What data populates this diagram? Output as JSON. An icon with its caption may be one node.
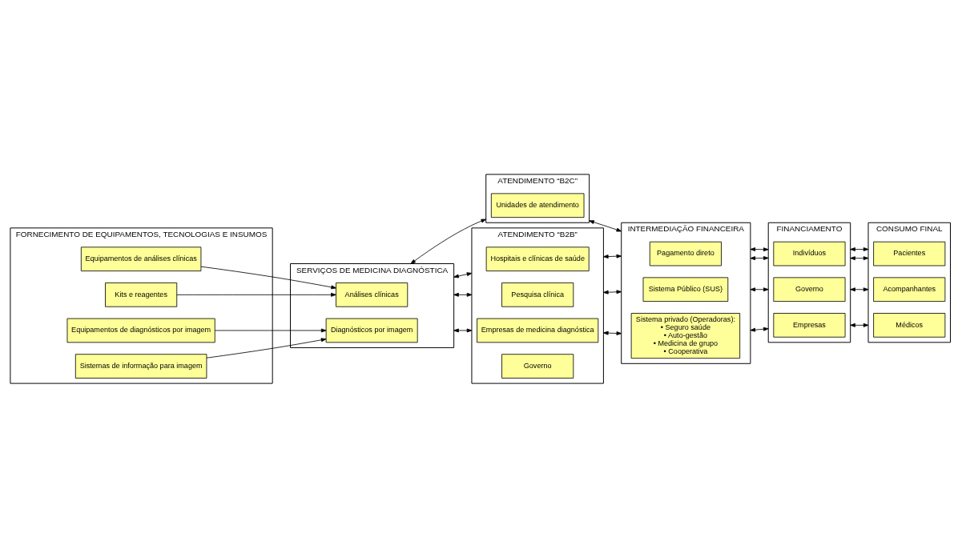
{
  "diagram": {
    "nodes": [
      {
        "text": [
          "FORNECIMENTO DE EQUIPAMENTOS, TECNOLOGIAS E INSUMOS"
        ]
      },
      {
        "text": [
          "Equipamentos de análises clínicas"
        ],
        "in": 0
      },
      {
        "text": [
          "Kits e reagentes"
        ],
        "in": 0
      },
      {
        "text": [
          "Equipamentos de diagnósticos por imagem"
        ],
        "in": 0
      },
      {
        "text": [
          "Sistemas de informação para imagem"
        ],
        "in": 0
      },
      {
        "text": [
          "SERVIÇOS DE MEDICINA DIAGNÓSTICA"
        ]
      },
      {
        "text": [
          "Análises clínicas"
        ],
        "in": 5
      },
      {
        "text": [
          "Diagnósticos por imagem"
        ],
        "in": 5
      },
      {
        "text": [
          "ATENDIMENTO “B2C”"
        ]
      },
      {
        "text": [
          "Unidades de atendimento"
        ],
        "in": 8
      },
      {
        "text": [
          "ATENDIMENTO “B2B”"
        ]
      },
      {
        "text": [
          "Hospitais e clínicas de saúde"
        ],
        "in": 10
      },
      {
        "text": [
          "Empresas de medicina diagnóstica"
        ],
        "in": 10
      },
      {
        "text": [
          "Pesquisa clínica"
        ],
        "in": 10
      },
      {
        "text": [
          "Governo"
        ],
        "in": 10
      },
      {
        "text": [
          "INTERMEDIAÇÃO FINANCEIRA"
        ]
      },
      {
        "text": [
          "Pagamento direto"
        ],
        "in": 15
      },
      {
        "text": [
          "Sistema privado (Operadoras):",
          "• Seguro saúde",
          "• Auto-gestão",
          "• Medicina de grupo",
          "• Cooperativa"
        ],
        "in": 15
      },
      {
        "text": [
          "Sistema Público (SUS)"
        ],
        "in": 15
      },
      {
        "text": [
          "FINANCIAMENTO"
        ]
      },
      {
        "text": [
          "Indivíduos"
        ],
        "in": 19
      },
      {
        "text": [
          "Empresas"
        ],
        "in": 19
      },
      {
        "text": [
          "Governo"
        ],
        "in": 19
      },
      {
        "text": [
          "CONSUMO FINAL"
        ]
      },
      {
        "text": [
          "Pacientes"
        ],
        "in": 23
      },
      {
        "text": [
          "Médicos"
        ],
        "in": 23
      },
      {
        "text": [
          "Acompanhantes"
        ],
        "in": 23
      }
    ],
    "edges": [
      {
        "from": 1,
        "to": 6,
        "arrow": "to"
      },
      {
        "from": 2,
        "to": 6,
        "arrow": "to"
      },
      {
        "from": 3,
        "to": 7,
        "arrow": "to"
      },
      {
        "from": 4,
        "to": 7,
        "arrow": "to"
      },
      {
        "from": 5,
        "to": 8,
        "arrow": "both"
      },
      {
        "from": 5,
        "to": 10,
        "arrow": "both"
      },
      {
        "from": 5,
        "to": 10,
        "arrow": "both"
      },
      {
        "from": 5,
        "to": 10,
        "arrow": "both"
      },
      {
        "from": 8,
        "to": 15,
        "arrow": "both"
      },
      {
        "from": 10,
        "to": 15,
        "arrow": "both"
      },
      {
        "from": 10,
        "to": 15,
        "arrow": "both"
      },
      {
        "from": 10,
        "to": 15,
        "arrow": "both"
      },
      {
        "from": 15,
        "to": 19,
        "arrow": "both"
      },
      {
        "from": 15,
        "to": 19,
        "arrow": "both"
      },
      {
        "from": 15,
        "to": 19,
        "arrow": "both"
      },
      {
        "from": 15,
        "to": 19,
        "arrow": "both"
      },
      {
        "from": 19,
        "to": 23,
        "arrow": "both"
      },
      {
        "from": 19,
        "to": 23,
        "arrow": "both"
      },
      {
        "from": 19,
        "to": 23,
        "arrow": "both"
      },
      {
        "from": 19,
        "to": 23,
        "arrow": "both"
      }
    ]
  }
}
